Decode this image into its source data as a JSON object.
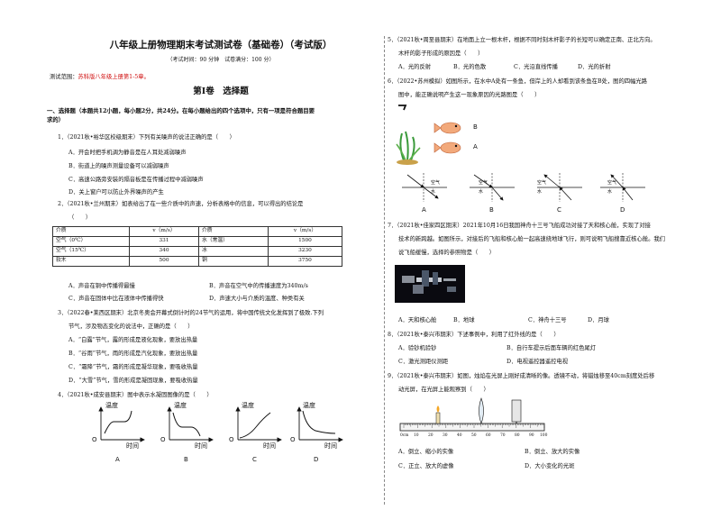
{
  "header": {
    "title": "八年级上册物理期末考试测试卷（基础卷）（考试版）",
    "subtitle": "（考试时间：90 分钟　试卷满分：100 分）",
    "range_prefix": "测试范围：",
    "range_value": "苏科版八年级上册第1-5章。",
    "section": "第Ⅰ卷　选择题",
    "instruction_line1": "一、选择题（本题共12小题，每小题2分，共24分。在每小题给出的四个选项中，只有一项是符合题目要",
    "instruction_line2": "求的）"
  },
  "left": {
    "q1": {
      "stem": "1．（2021秋•裕华区校级期末）下列有关噪声的说法正确的是（　　）",
      "A": "A．开会时把手机调为静音是在人耳处减弱噪声",
      "B": "B．街道上的噪声测量设备可以减弱噪声",
      "C": "C．高速公路旁安装的隔音板是在传播过程中减弱噪声",
      "D": "D．关上窗户可以防止外界噪声的产生"
    },
    "q2": {
      "stem1": "2．（2021秋•兰州期末）如表给出了在一些介质中的声速，分析表格中的信息，可以得出的结论是",
      "stem2": "（　　）",
      "table_header": [
        "介质",
        "v（m/s）",
        "介质",
        "v（m/s）"
      ],
      "table_rows": [
        [
          "空气（0℃）",
          "331",
          "水（常温）",
          "1500"
        ],
        [
          "空气（15℃）",
          "340",
          "冰",
          "3230"
        ],
        [
          "软木",
          "500",
          "铜",
          "3750"
        ]
      ],
      "A": "A．声音在铜中传播得最慢",
      "B": "B．声音在空气中的传播速度为340m/s",
      "C": "C．声音在固体中比在液体中传播得快",
      "D": "D．声速大小与介质的温度、种类有关"
    },
    "q3": {
      "stem1": "3．（2022春•莱西区期末）北京冬奥会开幕式倒计时的24节气的运用，将中国传统文化发挥到了极致.下列",
      "stem2": "节气，涉及物态变化的说法中，正确的是（　　）",
      "A": "A．“白露”节气，露的形成是液化现象，要放出热量",
      "B": "B．“谷雨”节气，雨的形成是汽化现象，要放出热量",
      "C": "C．“霜降”节气，霜的形成是凝华现象，要吸收热量",
      "D": "D．“大雪”节气，雪的形成是凝固现象，要吸收热量"
    },
    "q4": {
      "stem": "4．（2021秋•成安县期末）图中表示水凝固图像的是（　　）",
      "ylabel": "温度",
      "xlabel": "时间",
      "origin": "O",
      "options": [
        "A",
        "B",
        "C",
        "D"
      ]
    }
  },
  "right": {
    "q5": {
      "stem1": "5．（2021秋•周至县期末）在地面上立一根木杆，根据不同时刻木杆影子的长短可以确定正南、正北方向。",
      "stem2": "木杆的影子形成的原因是（　　）",
      "A": "A．光的反射",
      "B": "B．光的色散",
      "C": "C．光沿直线传播",
      "D": "D．光的折射"
    },
    "q6": {
      "stem1": "6．（2022•苏州模拟）如图所示，在水中A处有一条鱼，但岸上的人却看到该条鱼在B处，图的四幅光路",
      "stem2": "图中，能正确说明产生这一现象原因的光路图是（　　）",
      "label_b": "B",
      "label_a": "A",
      "air": "空气",
      "water": "水",
      "options": [
        "A",
        "B",
        "C",
        "D"
      ]
    },
    "q7": {
      "stem1": "7．（2021秋•佳家四区期末）2021年10月16日我国神舟十三号飞船成功对接了天和核心舱，实现了对接",
      "stem2": "技术的新跨越。如图所示，对接后的飞船和核心舱一起高速绕地球飞行，则可说明飞船搜靠近核心舱。我们",
      "stem3": "说飞船缓慢，选择的参照物是（　　）",
      "A": "A．天和核心舱",
      "B": "B．地球",
      "C": "C．神舟十三号",
      "D": "D．月球"
    },
    "q8": {
      "stem": "8．（2021秋•泰兴市期末）下述事例中，利用了红外线的是（　　）",
      "A": "A．验钞机验钞",
      "B": "B．自行车提示后面车辆的红色尾灯",
      "C": "C．激光测距仪测距",
      "D": "D．电视遥控器遥控电视"
    },
    "q9": {
      "stem1": "9．（2021秋•泰兴市期末）如图，烛焰在光屏上刚好成清晰的像。透镜不动，将蜡烛移至40cm刻度处后移",
      "stem2": "动光屏，在光屏上能观察到（　　）",
      "ruler_labels": [
        "0cm",
        "10",
        "20",
        "30",
        "40",
        "50",
        "60",
        "70",
        "80",
        "90",
        "100"
      ],
      "A": "A．倒立、缩小的实像",
      "B": "B．倒立、放大的实像",
      "C": "C．正立、放大的虚像",
      "D": "D．大小变化的光斑"
    }
  }
}
